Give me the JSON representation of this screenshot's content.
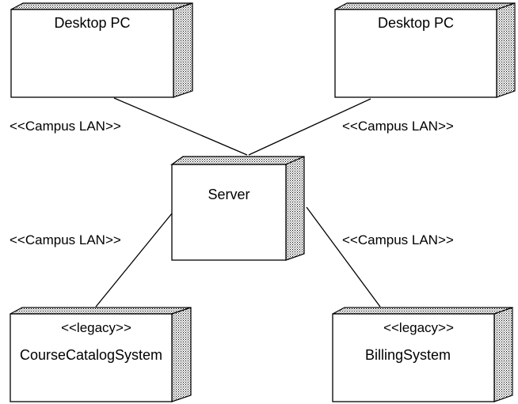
{
  "nodes": {
    "desktop_left": {
      "name": "Desktop PC"
    },
    "desktop_right": {
      "name": "Desktop PC"
    },
    "server": {
      "name": "Server"
    },
    "course_catalog": {
      "stereotype": "<<legacy>>",
      "name": "CourseCatalogSystem"
    },
    "billing": {
      "stereotype": "<<legacy>>",
      "name": "BillingSystem"
    }
  },
  "connections": {
    "desktop_left_server": {
      "label": "<<Campus LAN>>"
    },
    "desktop_right_server": {
      "label": "<<Campus LAN>>"
    },
    "server_course_catalog": {
      "label": "<<Campus LAN>>"
    },
    "server_billing": {
      "label": "<<Campus LAN>>"
    }
  },
  "colors": {
    "line": "#000000",
    "face": "#ffffff",
    "shade_dots": "#000000"
  }
}
